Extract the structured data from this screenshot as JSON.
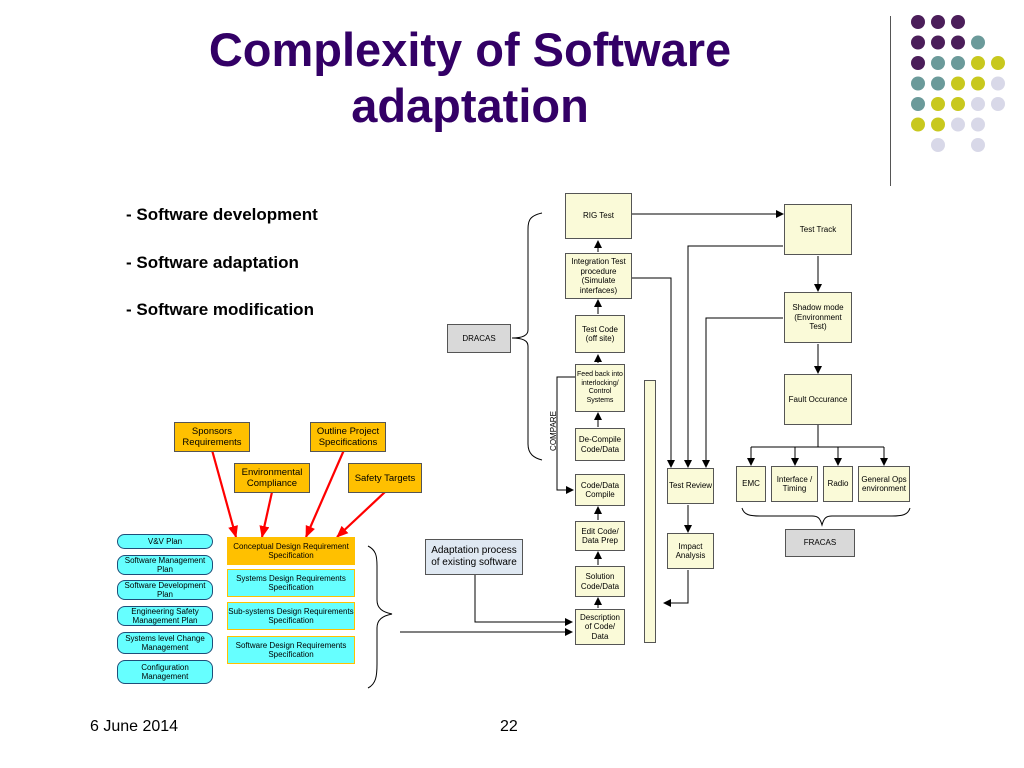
{
  "slide": {
    "title_line1": "Complexity of Software",
    "title_line2": "adaptation",
    "bullets": [
      "- Software development",
      "- Software adaptation",
      "- Software modification"
    ],
    "date": "6 June 2014",
    "page_number": "22"
  },
  "flow": {
    "rig_test": "RIG Test",
    "integration_test": "Integration Test procedure (Simulate interfaces)",
    "test_code": "Test Code (off site)",
    "feed_back": "Feed back into interlocking/ Control Systems",
    "decompile": "De-Compile Code/Data",
    "code_data_compile": "Code/Data Compile",
    "edit_code": "Edit Code/ Data Prep",
    "solution": "Solution Code/Data",
    "description": "Description of Code/ Data",
    "test_review": "Test Review",
    "impact_analysis": "Impact Analysis",
    "test_track": "Test Track",
    "shadow_mode": "Shadow mode (Environment Test)",
    "fault_occurance": "Fault Occurance",
    "emc": "EMC",
    "interface_timing": "Interface / Timing",
    "radio": "Radio",
    "general_ops": "General Ops environment",
    "fracas": "FRACAS",
    "dracas": "DRACAS",
    "compare": "COMPARE",
    "adaptation_process": "Adaptation process of existing software"
  },
  "requirements": {
    "sponsors": "Sponsors Requirements",
    "outline_project": "Outline Project Specifications",
    "environmental": "Environmental Compliance",
    "safety_targets": "Safety Targets",
    "conceptual": "Conceptual Design Requirement Specification",
    "systems": "Systems Design Requirements Specification",
    "subsystems": "Sub-systems Design Requirements Specification",
    "software_design": "Software Design Requirements Specification"
  },
  "plans": [
    "V&V Plan",
    "Software Management Plan",
    "Software Development Plan",
    "Engineering Safety Management Plan",
    "Systems level Change Management",
    "Configuration Management"
  ],
  "colors": {
    "title": "#330066",
    "dot_purple": "#4b1e5a",
    "dot_teal": "#6b9a9a",
    "dot_yellow": "#c8c81e",
    "dot_lavender": "#d8d8e8",
    "arrow_red": "#ff0000"
  }
}
